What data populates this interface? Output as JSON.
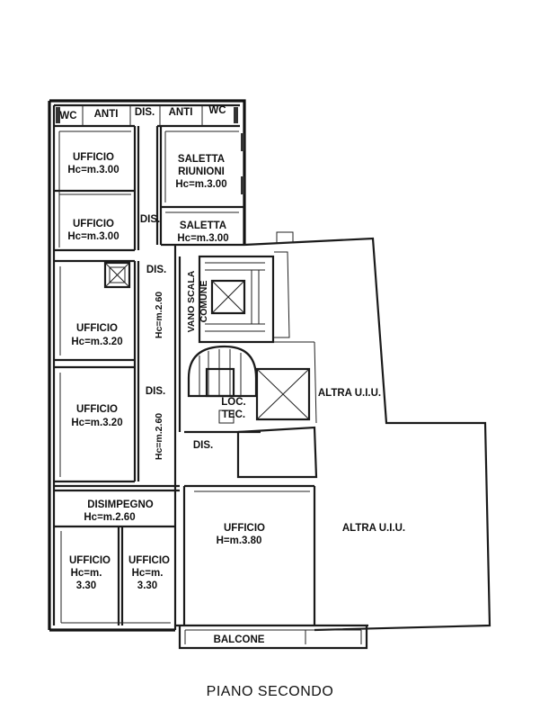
{
  "drawing": {
    "title": "PIANO SECONDO"
  },
  "rooms": {
    "wc_left": "WC",
    "anti_left": "ANTI",
    "dis_top": "DIS.",
    "anti_right": "ANTI",
    "wc_right": "WC",
    "ufficio_1": {
      "name": "UFFICIO",
      "height": "Hc=m.3.00"
    },
    "saletta_riunioni": {
      "name1": "SALETTA",
      "name2": "RIUNIONI",
      "height": "Hc=m.3.00"
    },
    "ufficio_2": {
      "name": "UFFICIO",
      "height": "Hc=m.3.00"
    },
    "dis_2": "DIS.",
    "saletta": {
      "name": "SALETTA",
      "height": "Hc=m.3.00"
    },
    "dis_3": "DIS.",
    "vano_scala": {
      "line1": "VANO SCALA",
      "line2": "COMUNE"
    },
    "corridor_height_1": "Hc=m.2.60",
    "ufficio_3": {
      "name": "UFFICIO",
      "height": "Hc=m.3.20"
    },
    "dis_4": "DIS.",
    "ufficio_4": {
      "name": "UFFICIO",
      "height": "Hc=m.3.20"
    },
    "corridor_height_2": "Hc=m.2.60",
    "loc_tec": {
      "line1": "LOC.",
      "line2": "TEC."
    },
    "altra_uiu_1": "ALTRA U.I.U.",
    "dis_5": "DIS.",
    "disimpegno": {
      "name": "DISIMPEGNO",
      "height": "Hc=m.2.60"
    },
    "ufficio_5": {
      "name": "UFFICIO",
      "height1": "Hc=m.",
      "height2": "3.30"
    },
    "ufficio_6": {
      "name": "UFFICIO",
      "height1": "Hc=m.",
      "height2": "3.30"
    },
    "ufficio_7": {
      "name": "UFFICIO",
      "height": "H=m.3.80"
    },
    "altra_uiu_2": "ALTRA U.I.U.",
    "balcone": "BALCONE"
  }
}
